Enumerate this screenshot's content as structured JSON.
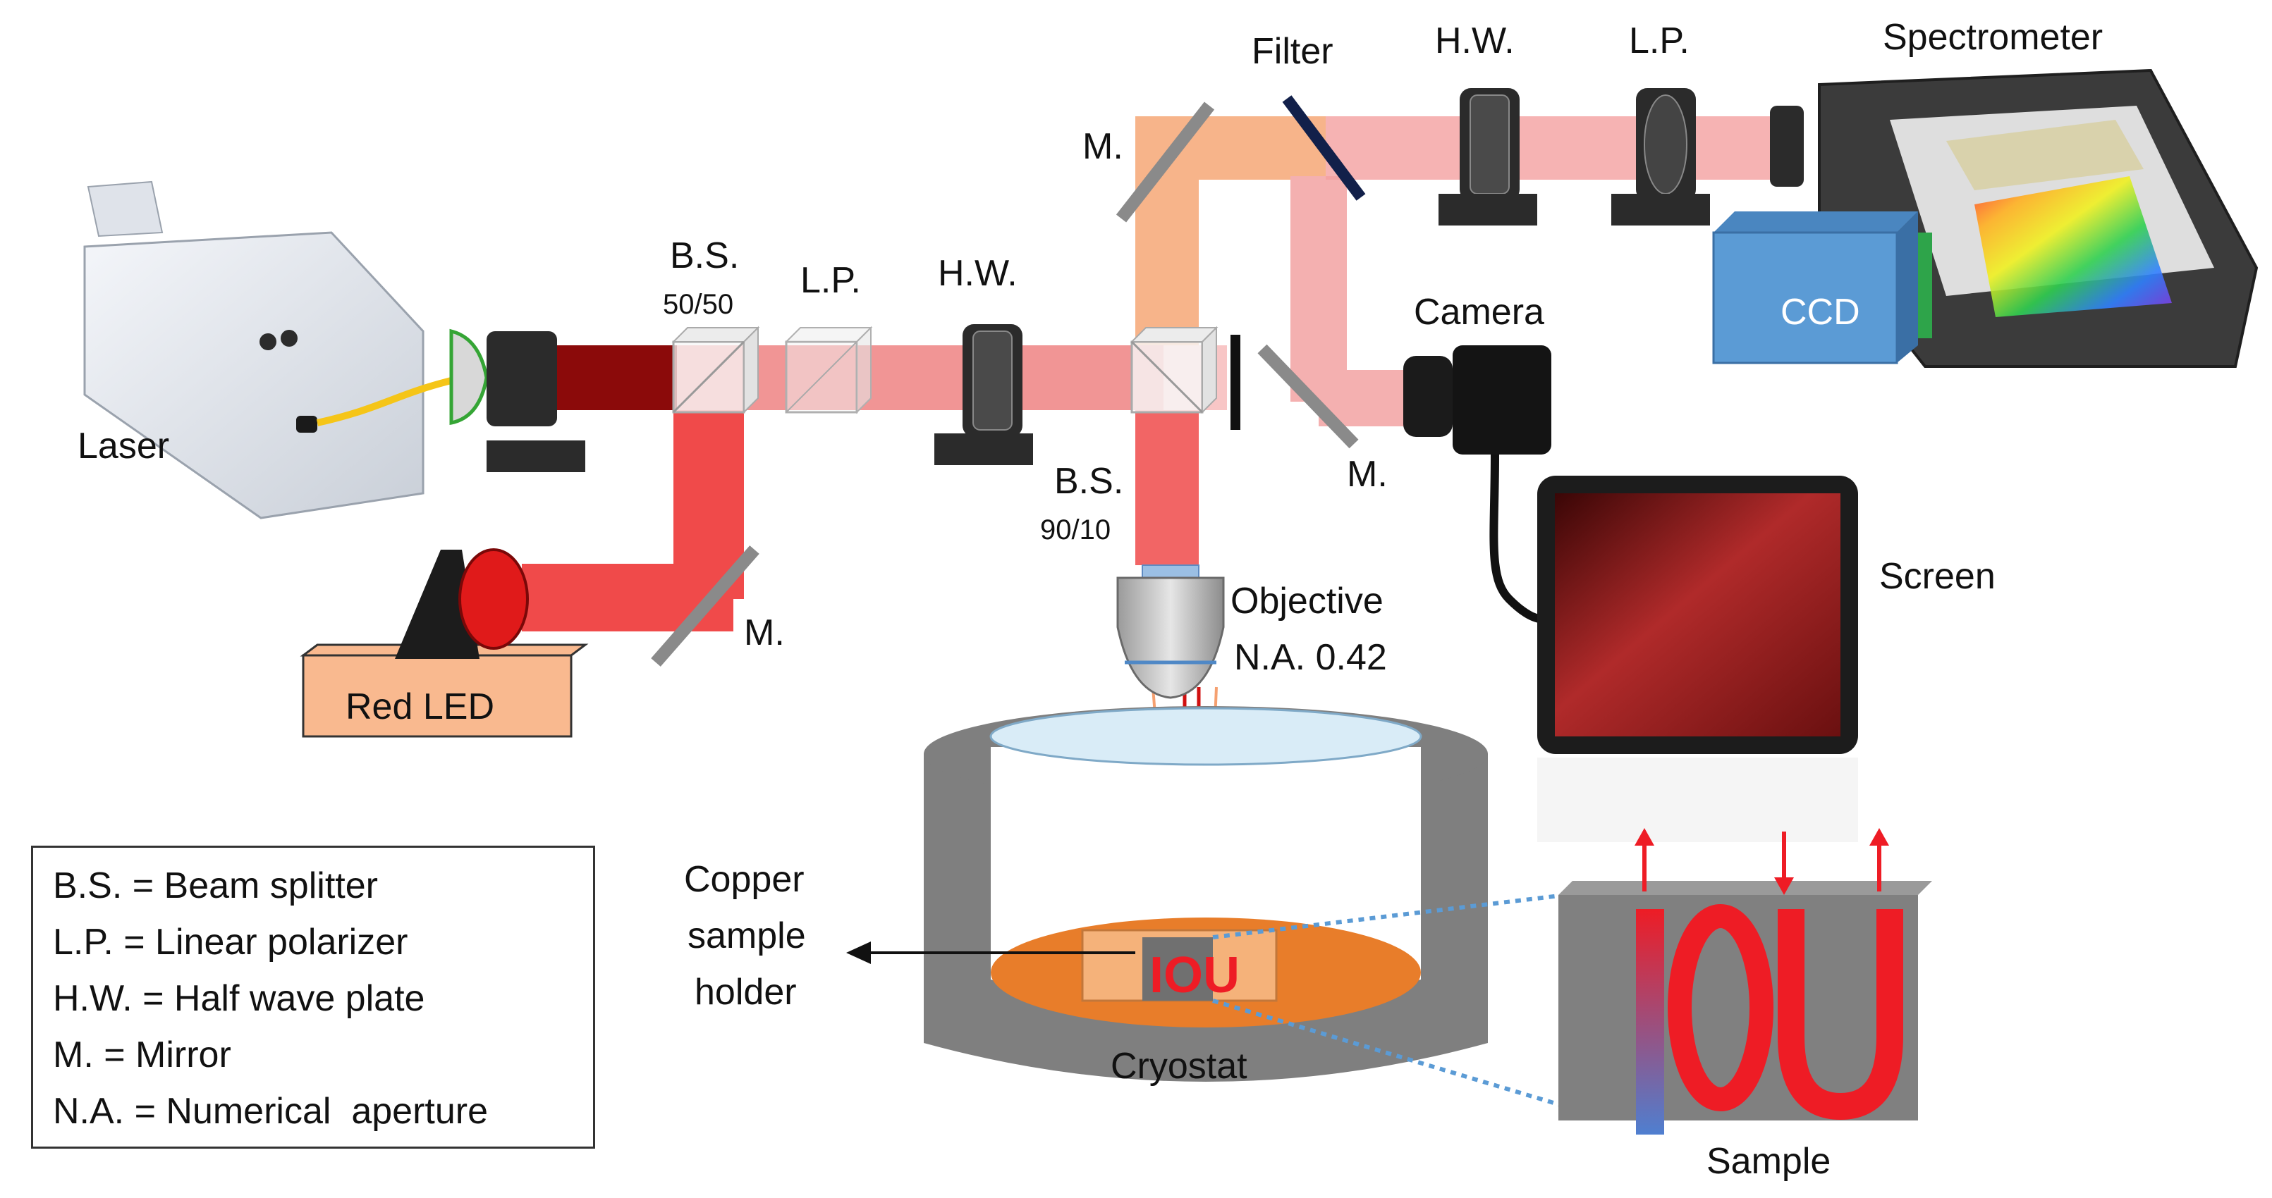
{
  "labels": {
    "laser": "Laser",
    "red_led": "Red LED",
    "mirror_led": "M.",
    "bs_5050_name": "B.S.",
    "bs_5050_ratio": "50/50",
    "lp_first": "L.P.",
    "hw_first": "H.W.",
    "bs_9010_name": "B.S.",
    "bs_9010_ratio": "90/10",
    "mirror_top": "M.",
    "filter": "Filter",
    "hw_second": "H.W.",
    "lp_second": "L.P.",
    "spectrometer": "Spectrometer",
    "ccd": "CCD",
    "camera": "Camera",
    "mirror_camera": "M.",
    "screen": "Screen",
    "objective_line1": "Objective",
    "objective_line2": "N.A. 0.42",
    "copper_line1": "Copper",
    "copper_line2": "sample",
    "copper_line3": "holder",
    "cryostat": "Cryostat",
    "sample": "Sample"
  },
  "legend": [
    "B.S. = Beam splitter",
    "L.P. = Linear polarizer",
    "H.W. = Half wave plate",
    "M. = Mirror",
    "N.A. = Numerical  aperture"
  ],
  "colors": {
    "beam_laser_dark": "#8b0a0a",
    "beam_laser": "#f08a8a",
    "beam_led": "#f04a4a",
    "beam_orange": "#f7b48a",
    "led_box": "#f9b98f",
    "ccd_box": "#5b9bd5",
    "copper": "#e87d2a",
    "cryostat_gray": "#7f7f7f",
    "sample_red": "#ee1c25"
  }
}
